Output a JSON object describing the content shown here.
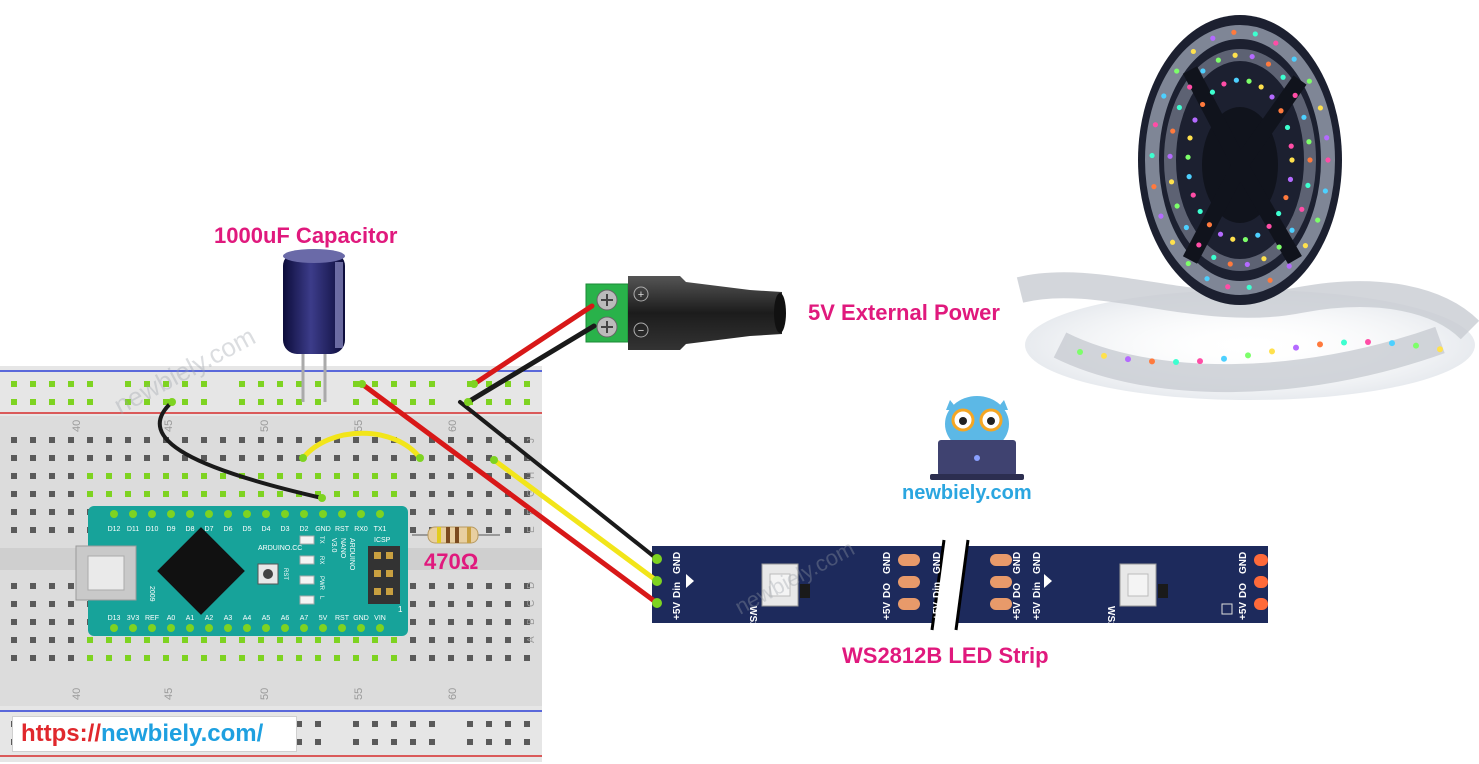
{
  "labels": {
    "capacitor": "1000uF Capacitor",
    "power": "5V External Power",
    "resistor": "470Ω",
    "strip": "WS2812B LED Strip",
    "brand": "newbiely.com",
    "url_prefix": "https://",
    "url_domain": "newbiely.com/",
    "watermark": "newbiely.com"
  },
  "breadboard": {
    "column_numbers_top": [
      "40",
      "45",
      "50",
      "55",
      "60"
    ],
    "column_numbers_bottom": [
      "40",
      "45",
      "50",
      "55",
      "60"
    ],
    "row_letters": [
      "J",
      "I",
      "H",
      "G",
      "F",
      "E",
      "D",
      "C",
      "B",
      "A"
    ]
  },
  "arduino": {
    "top_pins": [
      "D12",
      "D11",
      "D10",
      "D9",
      "D8",
      "D7",
      "D6",
      "D5",
      "D4",
      "D3",
      "D2",
      "GND",
      "RST",
      "RX0",
      "TX1"
    ],
    "bottom_pins": [
      "D13",
      "3V3",
      "REF",
      "A0",
      "A1",
      "A2",
      "A3",
      "A4",
      "A5",
      "A6",
      "A7",
      "5V",
      "RST",
      "GND",
      "VIN"
    ],
    "brand": "ARDUINO.CC",
    "model_lines": [
      "ARDUINO",
      "NANO",
      "V3.0"
    ],
    "year": "2009",
    "leds": [
      "TX",
      "RX",
      "PWR",
      "L"
    ],
    "rst": "RST",
    "icsp": "ICSP",
    "icsp_pin": "1"
  },
  "strip_pads": {
    "input": [
      "+5V",
      "Din",
      "GND"
    ],
    "output": [
      "+5V",
      "DO",
      "GND"
    ],
    "chip": "WS2812B"
  },
  "jack": {
    "plus": "+",
    "minus": "−"
  },
  "colors": {
    "pink": "#e0197d",
    "wire_red": "#d81818",
    "wire_black": "#1a1a1a",
    "wire_yellow": "#f2e51a",
    "board": "#17a39a",
    "strip": "#1d2a5c",
    "breadboard": "#d9d9d9"
  }
}
